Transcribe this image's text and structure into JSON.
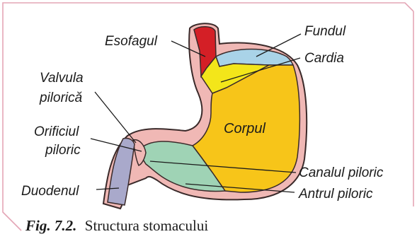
{
  "labels": {
    "esofagul": "Esofagul",
    "fundul": "Fundul",
    "cardia": "Cardia",
    "valvula_line1": "Valvula",
    "valvula_line2": "pilorică",
    "corpul": "Corpul",
    "orificiul_line1": "Orificiul",
    "orificiul_line2": "piloric",
    "canalul": "Canalul piloric",
    "duodenul": "Duodenul",
    "antrul": "Antrul piloric"
  },
  "caption": {
    "figure": "Fig. 7.2.",
    "text": "Structura stomacului"
  },
  "colors": {
    "frame": "#e4a6b6",
    "wall": "#f0b8b5",
    "outline": "#3a2a2a",
    "esophagus": "#d41f26",
    "fundus": "#a9d3e8",
    "cardia": "#f3e61a",
    "body": "#f7c519",
    "antrum": "#9fd3b5",
    "duodenum": "#a9a9cb"
  }
}
